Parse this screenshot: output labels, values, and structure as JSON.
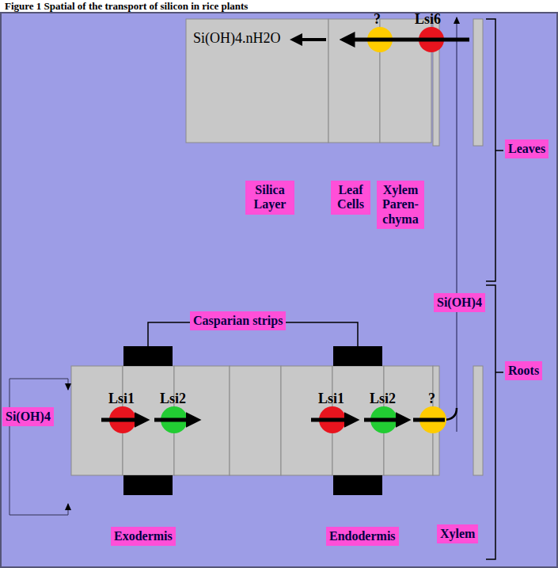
{
  "diagram": {
    "title": "Figure 1 Spatial of the transport of silicon in rice plants",
    "nodes": [
      {
        "text": [
          "Si(OH)4.nH2O"
        ]
      },
      {
        "text": [
          "Silica Layer"
        ]
      },
      {
        "text": [
          "Leaf Cells"
        ]
      },
      {
        "text": [
          "Xylem Paren- chyma"
        ]
      },
      {
        "text": [
          "Leaves"
        ]
      },
      {
        "text": [
          "Si(OH)4"
        ]
      },
      {
        "text": [
          "Casparian strips"
        ]
      },
      {
        "text": [
          "Si(OH)4"
        ]
      },
      {
        "text": [
          "Roots"
        ]
      },
      {
        "text": [
          "Exodermis"
        ]
      },
      {
        "text": [
          "Endodermis"
        ]
      },
      {
        "text": [
          "Xylem"
        ]
      }
    ],
    "labels": [
      "?",
      "Lsi6",
      "Lsi1",
      "Lsi2",
      "Lsi1",
      "Lsi2",
      "?"
    ]
  }
}
